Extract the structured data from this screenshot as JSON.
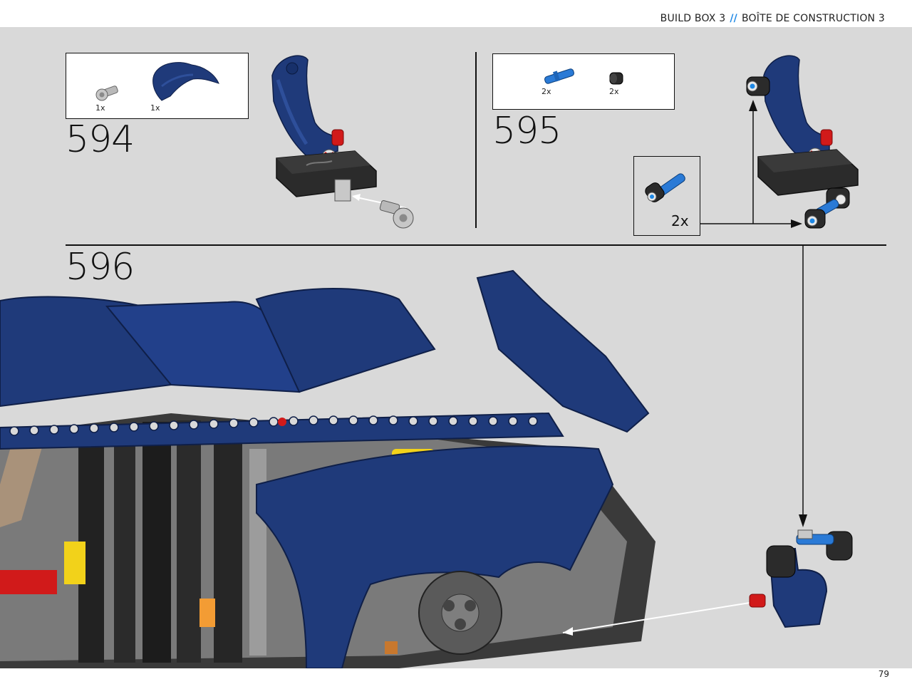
{
  "header": {
    "left": "BUILD BOX 3",
    "separator": "//",
    "right": "BOÎTE DE CONSTRUCTION 3"
  },
  "steps": [
    {
      "number": "594",
      "parts": [
        {
          "qty": "1x",
          "icon": "light-gray-axle-pin-connector-icon"
        },
        {
          "qty": "1x",
          "icon": "dark-blue-curved-panel-icon"
        }
      ]
    },
    {
      "number": "595",
      "parts": [
        {
          "qty": "2x",
          "icon": "blue-axle-pin-icon"
        },
        {
          "qty": "2x",
          "icon": "black-bush-icon"
        }
      ],
      "callout_qty": "2x"
    },
    {
      "number": "596"
    }
  ],
  "page_number": "79",
  "colors": {
    "background": "#d9d9d9",
    "model_blue": "#1f3a7a",
    "accent_blue": "#1e88e5",
    "pin_red": "#d11a1a",
    "part_black": "#2b2b2b",
    "part_gray": "#a9a9a9",
    "part_yellow": "#f2d21a"
  }
}
